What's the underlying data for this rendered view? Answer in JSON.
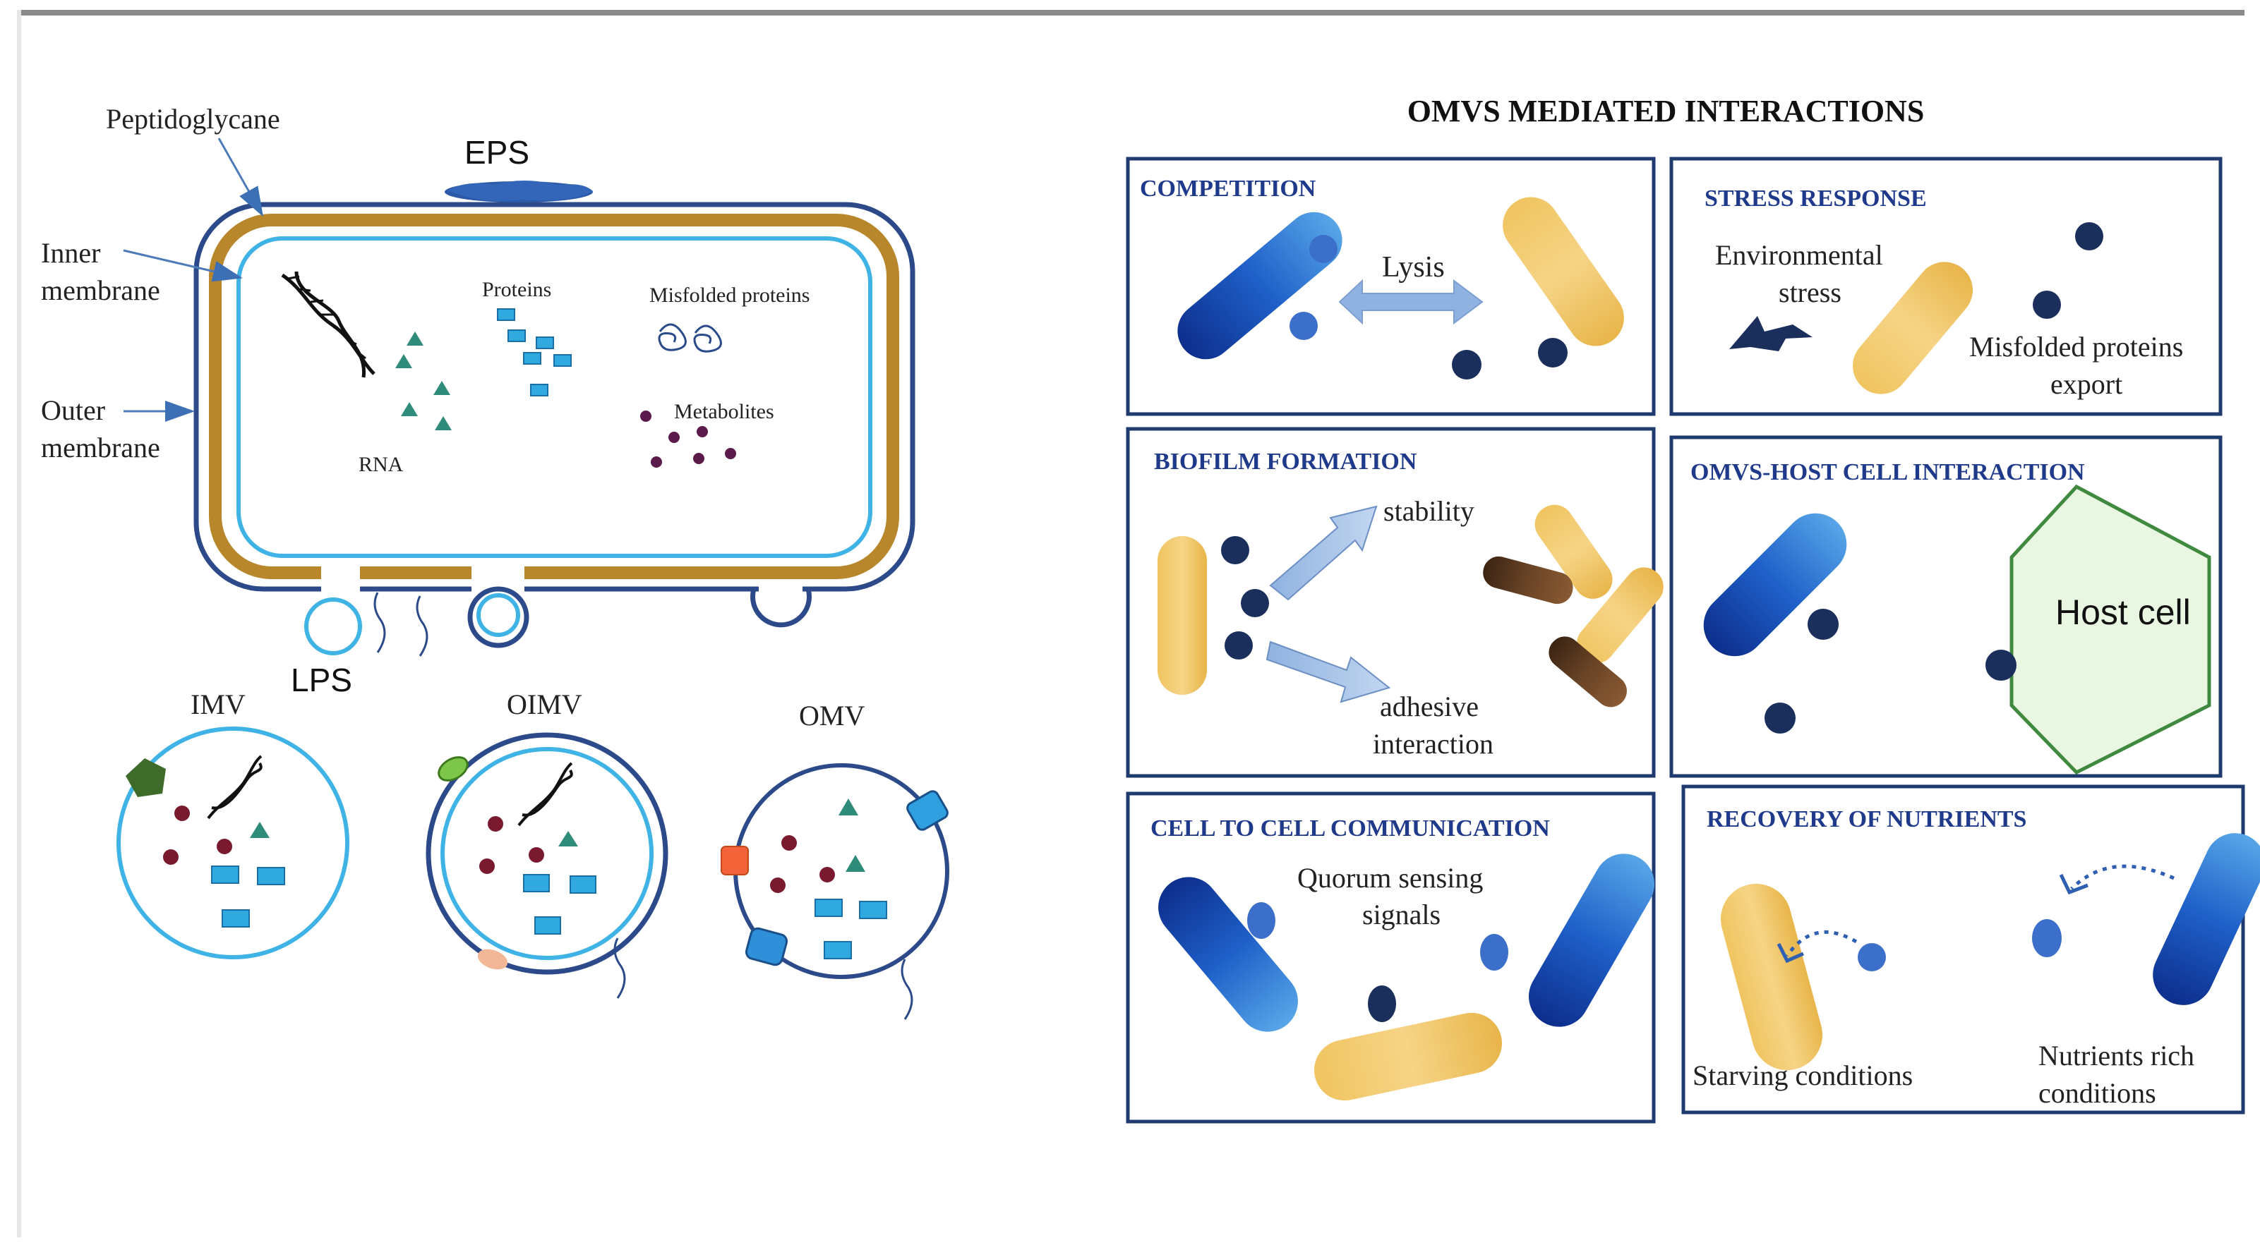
{
  "left_panel": {
    "labels": {
      "peptidoglycane": "Peptidoglycane",
      "eps": "EPS",
      "inner_membrane_1": "Inner",
      "inner_membrane_2": "membrane",
      "outer_membrane_1": "Outer",
      "outer_membrane_2": "membrane",
      "proteins": "Proteins",
      "misfolded_proteins": "Misfolded proteins",
      "metabolites": "Metabolites",
      "rna": "RNA",
      "lps": "LPS"
    },
    "vesicles": {
      "imv": "IMV",
      "oimv": "OIMV",
      "omv": "OMV"
    }
  },
  "right_panel": {
    "title": "OMVS MEDIATED INTERACTIONS",
    "boxes": {
      "competition": {
        "title": "COMPETITION",
        "lysis": "Lysis"
      },
      "stress": {
        "title": "STRESS RESPONSE",
        "env_1": "Environmental",
        "env_2": "stress",
        "mis_1": "Misfolded proteins",
        "mis_2": "export"
      },
      "biofilm": {
        "title": "BIOFILM FORMATION",
        "stability": "stability",
        "adh_1": "adhesive",
        "adh_2": "interaction"
      },
      "host": {
        "title": "OMVS-HOST CELL INTERACTION",
        "host_cell": "Host cell"
      },
      "communication": {
        "title": "CELL TO CELL COMMUNICATION",
        "qs_1": "Quorum sensing",
        "qs_2": "signals"
      },
      "nutrients": {
        "title": "RECOVERY OF NUTRIENTS",
        "starving": "Starving conditions",
        "rich_1": "Nutrients rich",
        "rich_2": "conditions"
      }
    }
  },
  "colors": {
    "navy": "#1f3a6e",
    "light_blue": "#3fb3e6",
    "peptidoglycan": "#b8862b",
    "box_title": "#1f3a8a",
    "dark_dot": "#1b2f5c",
    "ovm_dot": "#5a1a2e",
    "host_green": "#3f8a3f",
    "host_fill": "#e9f6e1"
  }
}
